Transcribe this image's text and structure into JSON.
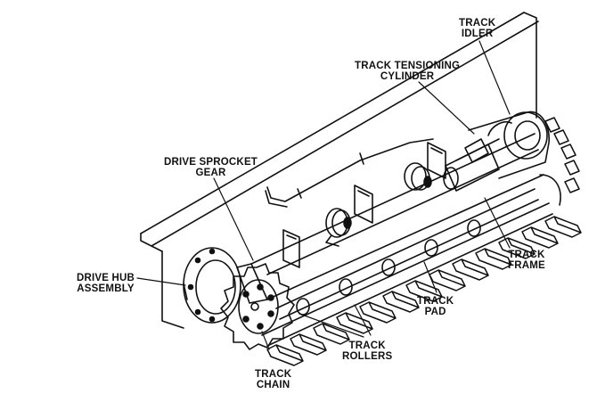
{
  "diagram": {
    "labels": {
      "track_idler": [
        "TRACK",
        "IDLER"
      ],
      "track_tensioning_cylinder": [
        "TRACK TENSIONING",
        "CYLINDER"
      ],
      "drive_sprocket_gear": [
        "DRIVE SPROCKET",
        "GEAR"
      ],
      "drive_hub_assembly": [
        "DRIVE HUB",
        "ASSEMBLY"
      ],
      "track_frame": [
        "TRACK",
        "FRAME"
      ],
      "track_pad": [
        "TRACK",
        "PAD"
      ],
      "track_rollers": [
        "TRACK",
        "ROLLERS"
      ],
      "track_chain": [
        "TRACK",
        "CHAIN"
      ]
    },
    "colors": {
      "ink": "#111111",
      "paper": "#ffffff"
    }
  }
}
